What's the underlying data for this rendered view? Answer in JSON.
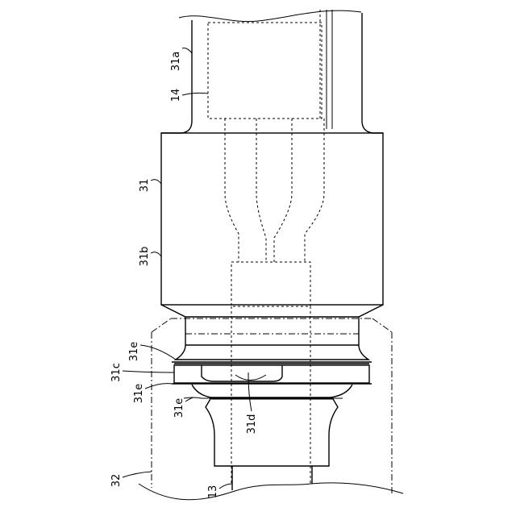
{
  "labels": {
    "l31a": "31a",
    "l14": "14",
    "l31": "31",
    "l31b": "31b",
    "l31e_top": "31e",
    "l31c": "31c",
    "l31e_mid": "31e",
    "l31e_low": "31e",
    "l31d": "31d",
    "l32": "32",
    "l13": "13"
  }
}
